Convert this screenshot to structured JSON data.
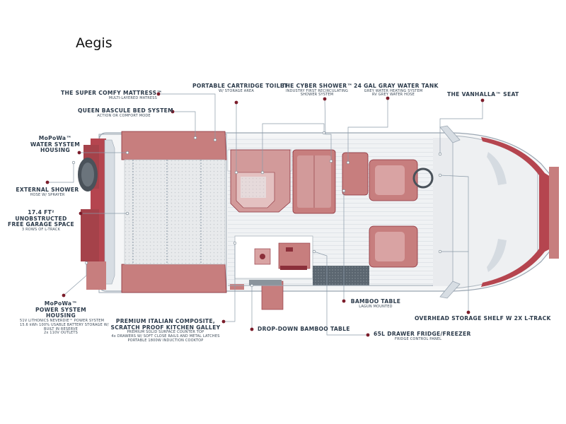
{
  "page": {
    "title": "Aegis"
  },
  "labels": {
    "mattress": {
      "title": "THE SUPER COMFY MATTRESS™",
      "sub": [
        "MULTI-LAYERED MATRESS"
      ]
    },
    "bed": {
      "title": "QUEEN BASCULE BED SYSTEM",
      "sub": [
        "ACTION OR COMFORT MODE"
      ]
    },
    "water_housing": {
      "title": "MoPoWa™\nWATER SYSTEM HOUSING",
      "sub": []
    },
    "shower_ext": {
      "title": "EXTERNAL SHOWER",
      "sub": [
        "HOSE W/ SPRAYER"
      ]
    },
    "garage": {
      "title": "17.4 FT² UNOBSTRUCTED\nFREE GARAGE SPACE",
      "sub": [
        "3 ROWS OF L-TRACK"
      ]
    },
    "power": {
      "title": "MoPoWa™\nPOWER SYSTEM HOUSING",
      "sub": [
        "51V LITHONICS NEVERDIE™ POWER SYSTEM",
        "15.6 kWh 100% USABLE BATTERY STORAGE W/",
        "BUILT IN RESERVE",
        "2x 110V OUTLETS"
      ]
    },
    "toilet": {
      "title": "PORTABLE CARTRIDGE TOILET",
      "sub": [
        "W/ STORAGE AREA"
      ]
    },
    "cyber": {
      "title": "THE CYBER SHOWER™",
      "sub": [
        "INDUSTRY FIRST RECIRCULATING",
        "SHOWER SYSTEM"
      ]
    },
    "gray_tank": {
      "title": "24 GAL GRAY WATER TANK",
      "sub": [
        "GREY WATER HEATING SYSTEM",
        "RV GREY WATER HOSE"
      ]
    },
    "vanhalla": {
      "title": "THE VANHALLA™ SEAT",
      "sub": []
    },
    "galley": {
      "title": "PREMIUM ITALIAN COMPOSITE,\nSCRATCH PROOF KITCHEN GALLEY",
      "sub": [
        "PREMIUM SOLID SURFACE COUNTER TOP",
        "4x DRAWERS W/ SOFT CLOSE RAILS AND METAL LATCHES",
        "PORTABLE 1800W INDUCTION COOKTOP"
      ]
    },
    "bamboo_table": {
      "title": "BAMBOO TABLE",
      "sub": [
        "LAGUN MOUNTED"
      ]
    },
    "drop_table": {
      "title": "DROP-DOWN BAMBOO TABLE",
      "sub": []
    },
    "fridge": {
      "title": "65L DRAWER FRIDGE/FREEZER",
      "sub": [
        "FRIDGE CONTROL PANEL"
      ]
    },
    "overhead": {
      "title": "OVERHEAD STORAGE SHELF W 2X L-TRACK",
      "sub": []
    }
  },
  "colors": {
    "wall": "#c77e7e",
    "wall_dark": "#8b2f3a",
    "bed": "#c77e7e",
    "line": "#8a9aa8",
    "dot": "#7b1c2a",
    "floor": "#eef0f2",
    "text": "#2b3a4a"
  }
}
